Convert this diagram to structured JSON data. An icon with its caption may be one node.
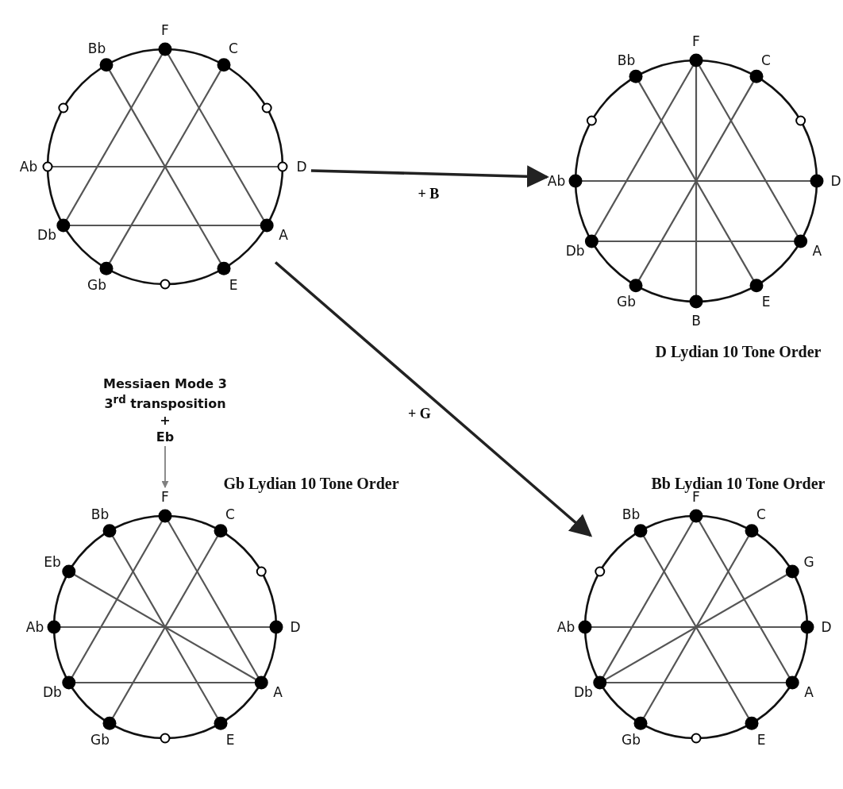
{
  "diagram": {
    "nodes": [
      {
        "text": [],
        "shape": "circle",
        "beside": [
          "F",
          "Bb",
          "C",
          "Ab",
          "D",
          "Db",
          "A",
          "Gb",
          "E"
        ]
      },
      {
        "text": [],
        "shape": "circle",
        "beside": [
          "F",
          "Bb",
          "C",
          "Ab",
          "D",
          "Db",
          "A",
          "Gb",
          "E",
          "B",
          "D Lydian 10 Tone Order"
        ]
      },
      {
        "text": [
          "Messiaen Mode 3 3$^{rd}$ transposition",
          "+",
          "Eb"
        ]
      },
      {
        "text": [],
        "shape": "circle",
        "beside": [
          "Gb Lydian 10 Tone Order",
          "F",
          "Bb",
          "C",
          "Eb",
          "Ab",
          "D",
          "Db",
          "A",
          "Gb",
          "E"
        ]
      },
      {
        "text": [],
        "shape": "circle",
        "beside": [
          "Bb Lydian 10 Tone Order",
          "F",
          "Bb",
          "C",
          "G",
          "Ab",
          "D",
          "Db",
          "A",
          "Gb",
          "E"
        ]
      }
    ],
    "edges": [
      {
        "from": 0,
        "to": 1,
        "arrow": "to",
        "label": "+ B"
      },
      {
        "from": 0,
        "to": 4,
        "arrow": "to",
        "label": "+ G"
      },
      {
        "from": 2,
        "to": 3,
        "arrow": "to",
        "color": "#808080"
      }
    ]
  }
}
